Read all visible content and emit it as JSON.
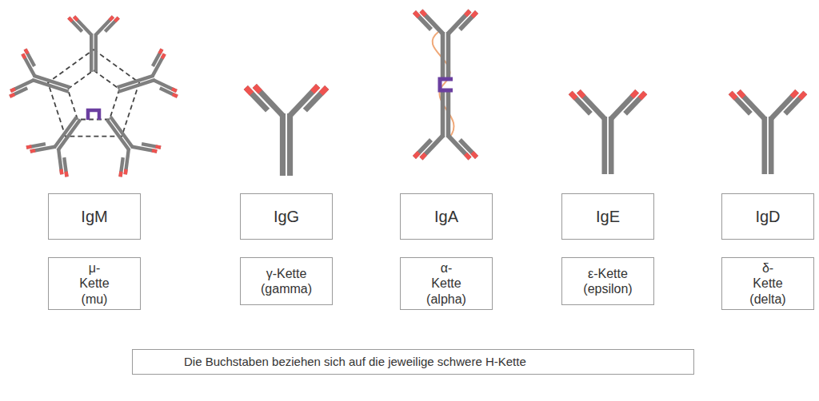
{
  "diagram": {
    "nodes": [
      {
        "text": [
          "IgM"
        ]
      },
      {
        "text": [
          "IgG"
        ]
      },
      {
        "text": [
          "IgA"
        ]
      },
      {
        "text": [
          "IgE"
        ]
      },
      {
        "text": [
          "IgD"
        ]
      },
      {
        "text": [
          "μ-Kette (mu)"
        ]
      },
      {
        "text": [
          "γ-Kette (gamma)"
        ]
      },
      {
        "text": [
          "α-Kette (alpha)"
        ]
      },
      {
        "text": [
          "ε-Kette (epsilon)"
        ]
      },
      {
        "text": [
          "δ-Kette (delta)"
        ]
      },
      {
        "text": [
          "Die Buchstaben beziehen sich auf die jeweilige schwere H-Kette"
        ]
      }
    ]
  }
}
